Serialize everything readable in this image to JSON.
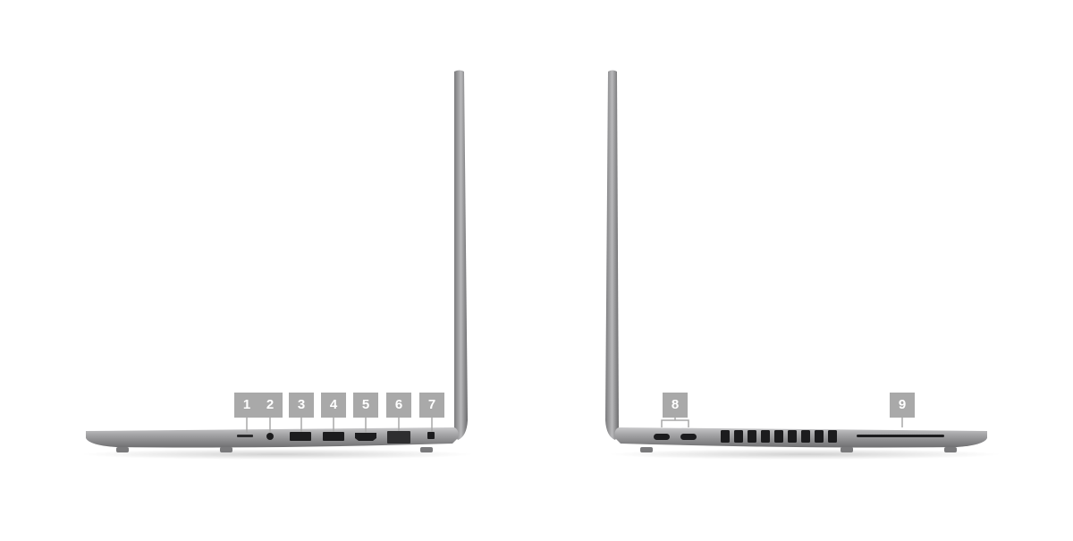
{
  "colors": {
    "chassis": "#9a9a9c",
    "chassis_dark": "#6e6e70",
    "port_black": "#1c1c1e",
    "callout_bg": "#a9a9a9",
    "callout_text": "#ffffff"
  },
  "left_side": {
    "callouts": [
      "1",
      "2",
      "3",
      "4",
      "5",
      "6",
      "7"
    ]
  },
  "right_side": {
    "callouts": [
      "8",
      "9"
    ]
  }
}
